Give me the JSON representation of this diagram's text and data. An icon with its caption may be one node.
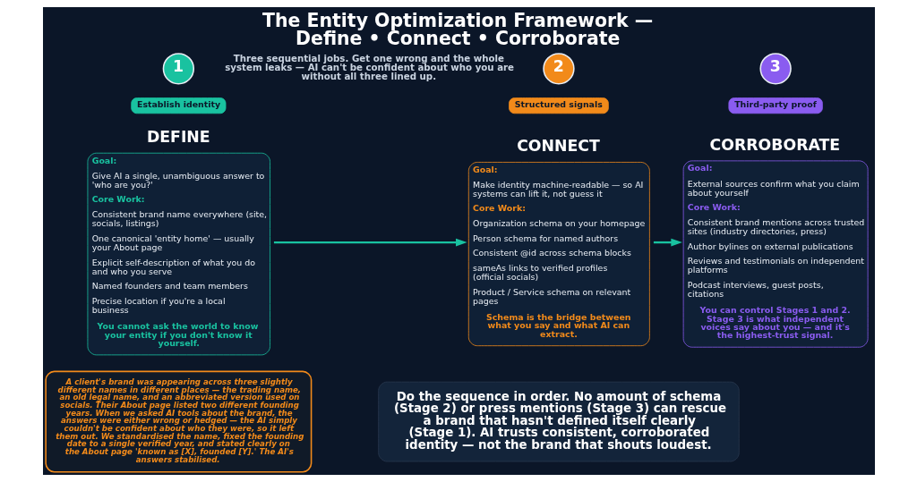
{
  "diagram": {
    "title": "The Entity Optimization Framework — Define • Connect • Corroborate",
    "nodes": [
      {
        "text": [
          "1"
        ]
      },
      {
        "text": [
          "Establish identity"
        ]
      },
      {
        "text": [
          "DEFINE",
          "Goal:",
          "Give AI a single, unambiguous answer to 'who are you?'",
          "Core Work:",
          "Consistent brand name everywhere (site, socials, listings)",
          "One canonical 'entity home' — usually your About page",
          "Explicit self-description of what you do and who you serve",
          "Named founders and team members",
          "Precise location if you're a local business",
          "You cannot ask the world to know your entity if you don't know it yourself."
        ]
      },
      {
        "text": [
          "2"
        ]
      },
      {
        "text": [
          "Structured signals"
        ]
      },
      {
        "text": [
          "CONNECT",
          "Goal:",
          "Make identity machine-readable — so AI systems can lift it, not guess it",
          "Core Work:",
          "Organization schema on your homepage",
          "Person schema for named authors",
          "Consistent @id across schema blocks",
          "sameAs links to verified profiles (official socials)",
          "Product / Service schema on relevant pages",
          "Schema is the bridge between what you say and what AI can extract."
        ]
      },
      {
        "text": [
          "3"
        ]
      },
      {
        "text": [
          "Third-party proof"
        ]
      },
      {
        "text": [
          "CORROBORATE",
          "Goal:",
          "External sources confirm what you claim about yourself",
          "Core Work:",
          "Consistent brand mentions across trusted sites (industry directories, press)",
          "Author bylines on external publications",
          "Reviews and testimonials on independent platforms",
          "Podcast interviews, guest posts, citations",
          "You can control Stages 1 and 2. Stage 3 is what independent voices say about you — and it's the highest-trust signal."
        ]
      },
      {
        "text": [
          "A client's brand was appearing across three slightly different names in different places — the trading name, an old legal name, and an abbreviated version used on socials. Their About page listed two different founding years. When we asked AI tools about the brand, the answers were either wrong or hedged — the AI simply couldn't be confident about who they were, so it left them out. We standardised the name, fixed the founding date to a single verified year, and stated clearly on the About page 'known as [X], founded [Y].' The AI's answers stabilised."
        ]
      },
      {
        "text": [
          "Do the sequence in order. No amount of schema (Stage 2) or press mentions (Stage 3) can rescue a brand that hasn't defined itself clearly (Stage 1). AI trusts consistent, corroborated identity — not the brand that shouts loudest."
        ]
      }
    ],
    "edges": [
      {
        "from": 2,
        "to": 5,
        "arrow": "to"
      },
      {
        "from": 5,
        "to": 8,
        "arrow": "to"
      }
    ],
    "labels": [
      "Three sequential jobs. Get one wrong and the whole system leaks — AI can't be confident about who you are without all three lined up."
    ]
  }
}
